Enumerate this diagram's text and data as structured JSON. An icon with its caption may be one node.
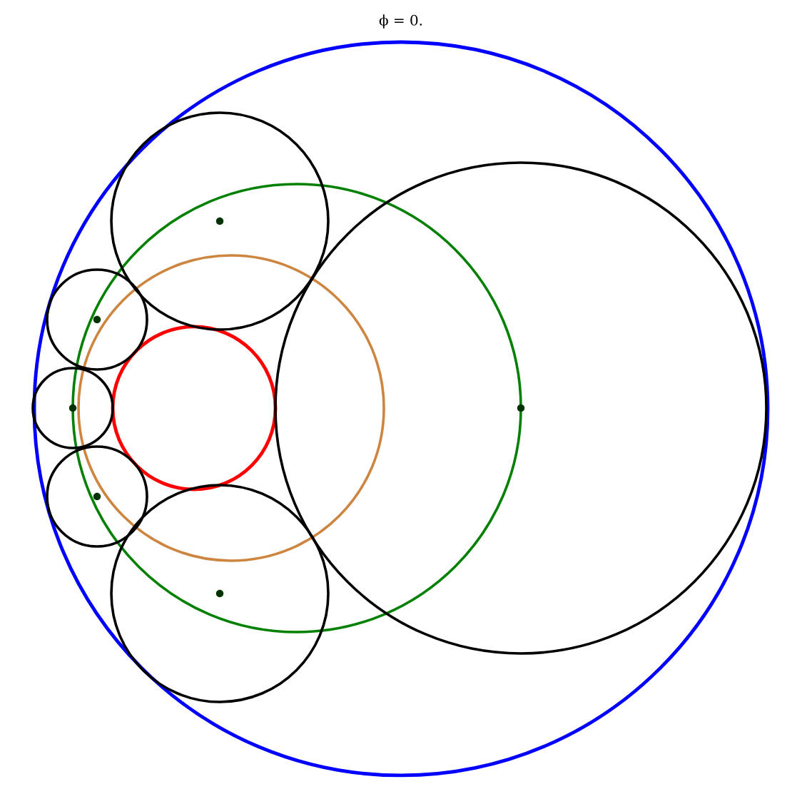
{
  "diagram": {
    "title": "ϕ = 0.",
    "nodes": [
      {
        "text": [],
        "shape": "circle"
      },
      {
        "text": [],
        "shape": "circle",
        "in": 0
      },
      {
        "text": [],
        "shape": "circle",
        "in": 1
      },
      {
        "text": [],
        "shape": "circle",
        "in": 2
      },
      {
        "text": [],
        "shape": "circle",
        "in": 0
      },
      {
        "text": [],
        "shape": "circle",
        "in": 0
      },
      {
        "text": [],
        "shape": "circle",
        "in": 0
      },
      {
        "text": [],
        "shape": "circle",
        "in": 0
      },
      {
        "text": [],
        "shape": "circle",
        "in": 0
      },
      {
        "text": [],
        "shape": "circle",
        "in": 0
      }
    ]
  }
}
